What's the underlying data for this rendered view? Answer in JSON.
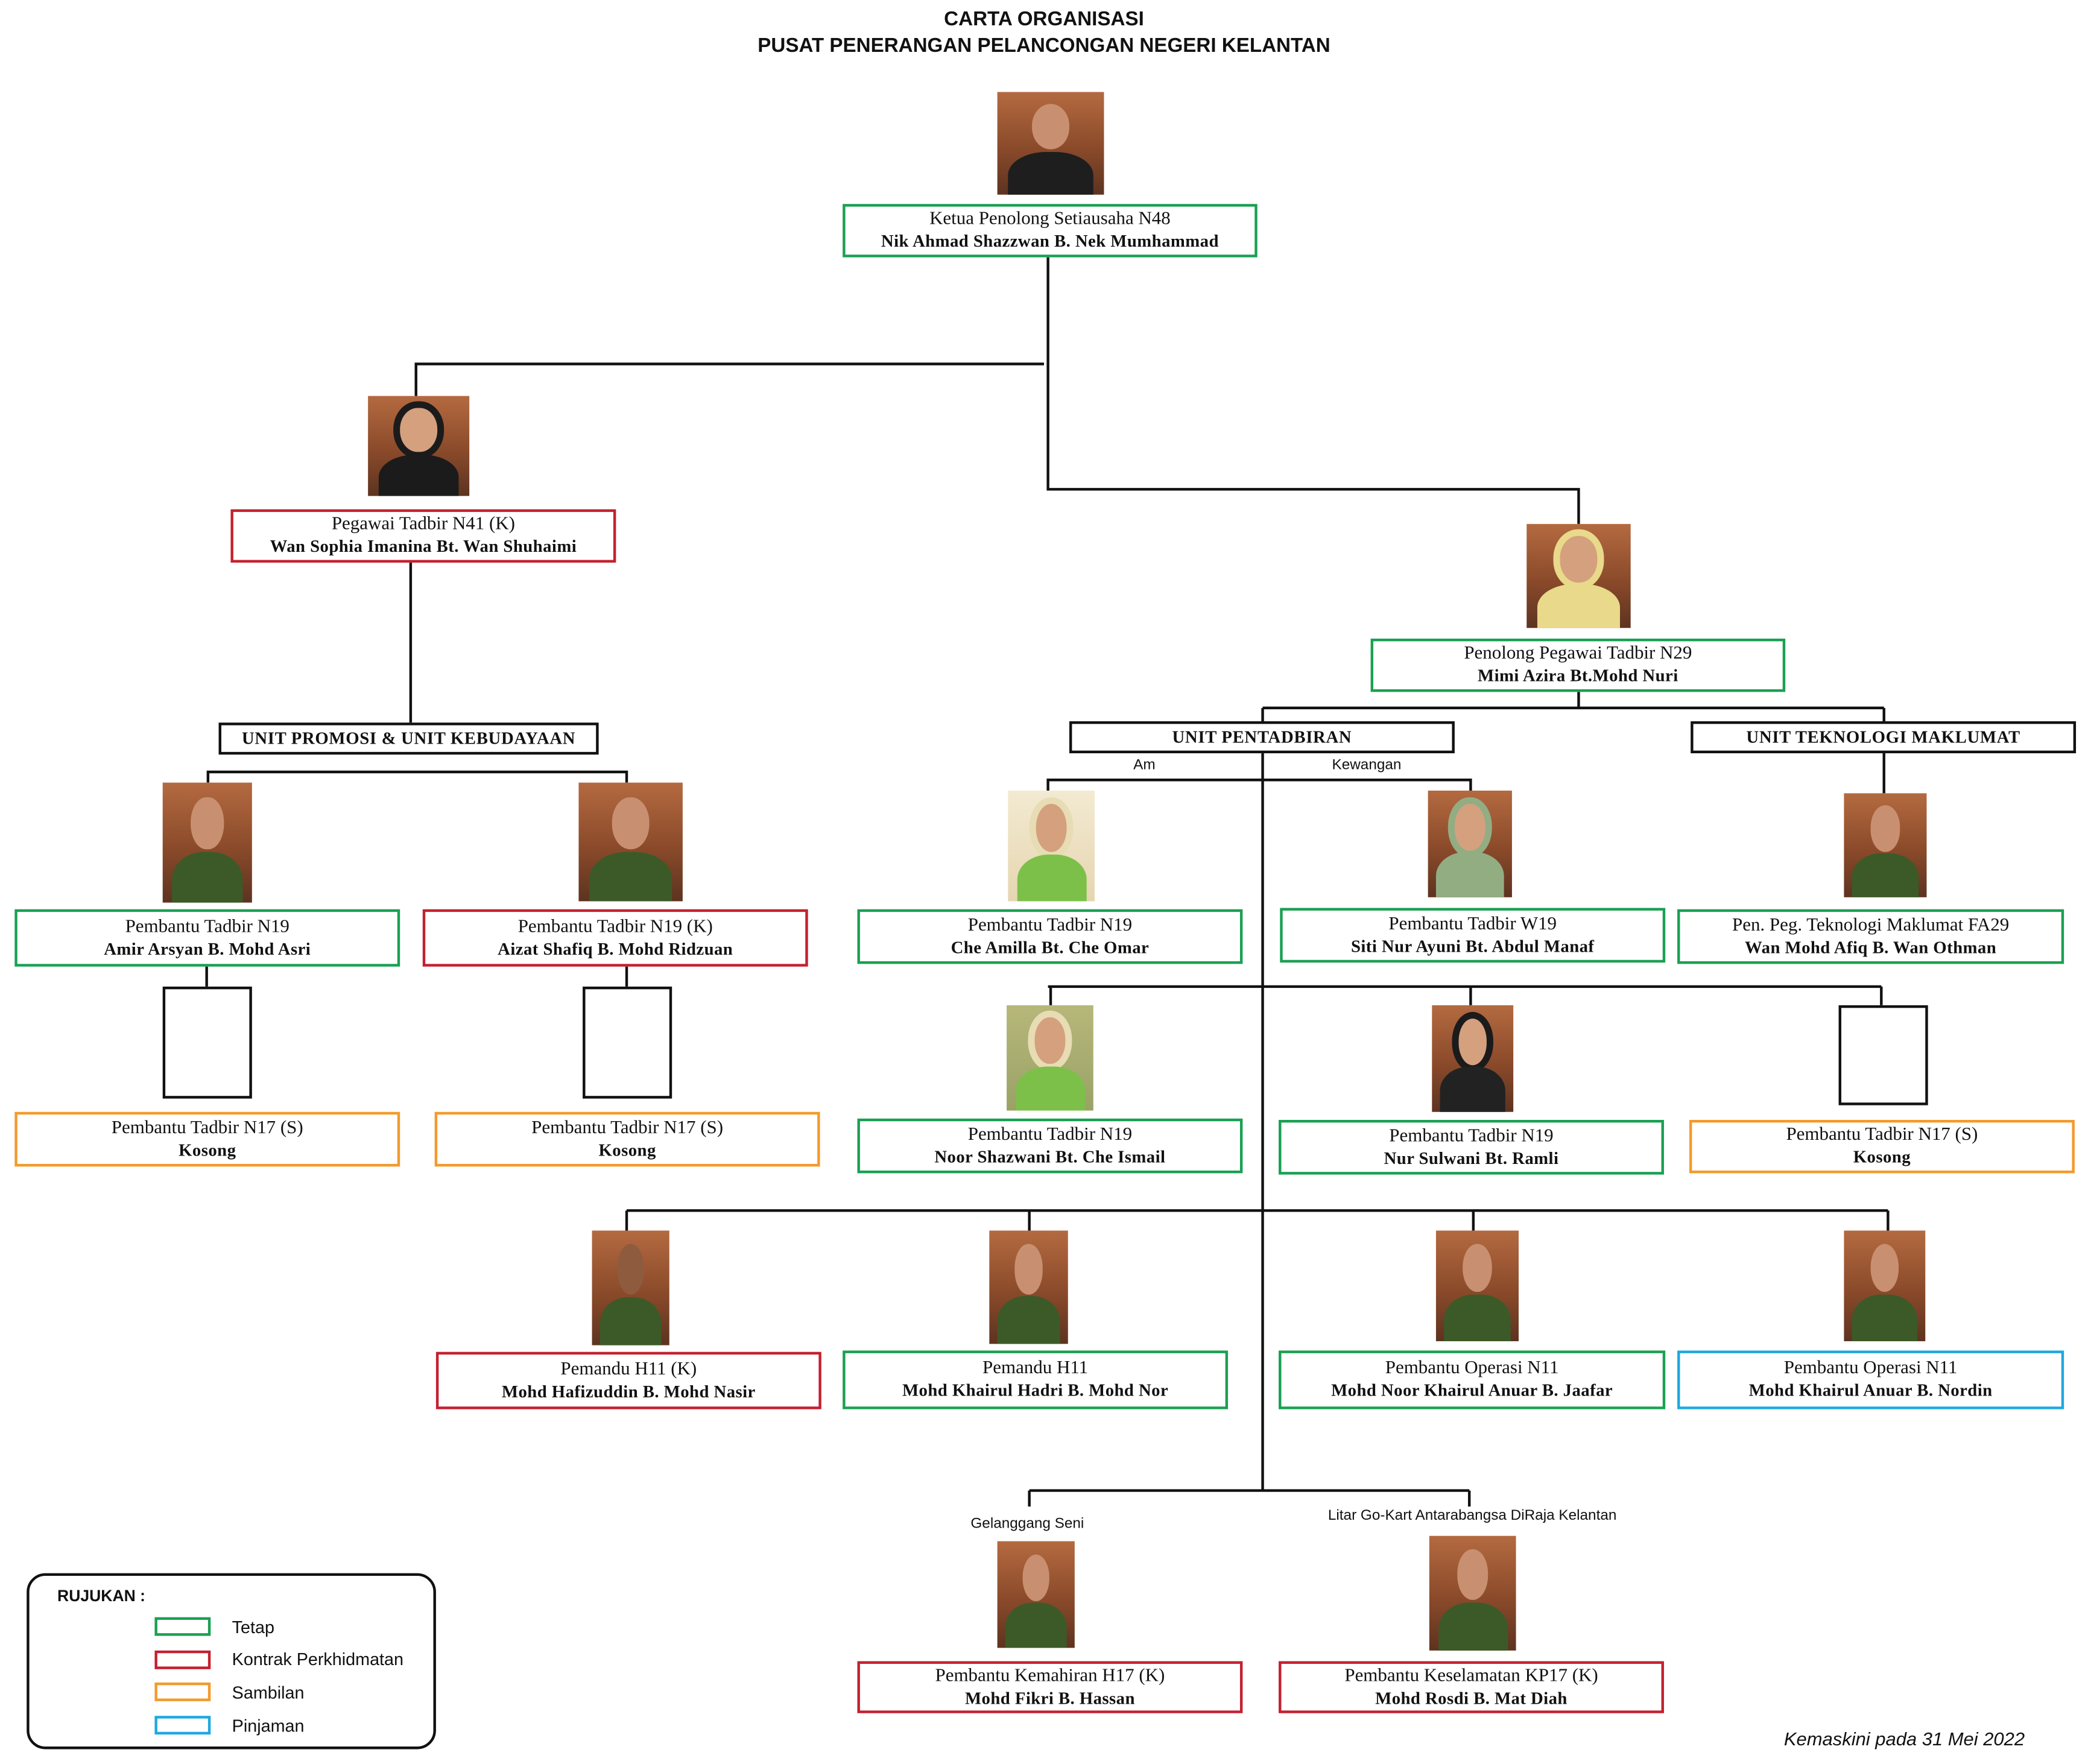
{
  "title": {
    "line1": "CARTA ORGANISASI",
    "line2": "PUSAT PENERANGAN PELANCONGAN NEGERI KELANTAN"
  },
  "units": {
    "promosi": "UNIT PROMOSI & UNIT KEBUDAYAAN",
    "pentadbiran": "UNIT PENTADBIRAN",
    "teknologi": "UNIT TEKNOLOGI MAKLUMAT"
  },
  "branch_labels": {
    "am": "Am",
    "kewangan": "Kewangan",
    "gelanggang": "Gelanggang Seni",
    "litar": "Litar Go-Kart Antarabangsa DiRaja Kelantan"
  },
  "positions": {
    "ketua": {
      "role": "Ketua Penolong Setiausaha N48",
      "name": "Nik Ahmad Shazzwan B. Nek Mumhammad"
    },
    "pegawai_tadbir": {
      "role": "Pegawai Tadbir N41 (K)",
      "name": "Wan Sophia Imanina Bt. Wan Shuhaimi"
    },
    "penolong_pegawai": {
      "role": "Penolong Pegawai Tadbir N29",
      "name": "Mimi Azira Bt.Mohd Nuri"
    },
    "amir": {
      "role": "Pembantu Tadbir N19",
      "name": "Amir Arsyan B. Mohd Asri"
    },
    "aizat": {
      "role": "Pembantu Tadbir N19 (K)",
      "name": "Aizat Shafiq B. Mohd Ridzuan"
    },
    "kosong1": {
      "role": "Pembantu Tadbir N17 (S)",
      "name": "Kosong"
    },
    "kosong2": {
      "role": "Pembantu Tadbir N17 (S)",
      "name": "Kosong"
    },
    "che_amilla": {
      "role": "Pembantu Tadbir N19",
      "name": "Che Amilla Bt. Che Omar"
    },
    "siti": {
      "role": "Pembantu Tadbir W19",
      "name": "Siti Nur Ayuni Bt. Abdul Manaf"
    },
    "wan_afiq": {
      "role": "Pen. Peg. Teknologi Maklumat FA29",
      "name": "Wan Mohd Afiq B. Wan Othman"
    },
    "noor": {
      "role": "Pembantu Tadbir N19",
      "name": "Noor Shazwani Bt. Che Ismail"
    },
    "nur_sulwani": {
      "role": "Pembantu Tadbir N19",
      "name": "Nur Sulwani Bt. Ramli"
    },
    "kosong3": {
      "role": "Pembantu Tadbir N17 (S)",
      "name": "Kosong"
    },
    "hafizuddin": {
      "role": "Pemandu H11 (K)",
      "name": "Mohd Hafizuddin B. Mohd Nasir"
    },
    "khairul_hadri": {
      "role": "Pemandu H11",
      "name": "Mohd Khairul Hadri B. Mohd Nor"
    },
    "noor_khairul": {
      "role": "Pembantu Operasi N11",
      "name": "Mohd Noor Khairul Anuar B. Jaafar"
    },
    "khairul_nordin": {
      "role": "Pembantu Operasi N11",
      "name": "Mohd Khairul Anuar B. Nordin"
    },
    "fikri": {
      "role": "Pembantu Kemahiran H17 (K)",
      "name": "Mohd Fikri B. Hassan"
    },
    "rosdi": {
      "role": "Pembantu Keselamatan KP17 (K)",
      "name": "Mohd Rosdi B. Mat Diah"
    }
  },
  "legend": {
    "title": "RUJUKAN :",
    "items": [
      {
        "label": "Tetap",
        "color": "#1aa052"
      },
      {
        "label": "Kontrak Perkhidmatan",
        "color": "#c4202f"
      },
      {
        "label": "Sambilan",
        "color": "#f39a2c"
      },
      {
        "label": "Pinjaman",
        "color": "#1fa8e0"
      }
    ]
  },
  "footer": "Kemaskini pada 31 Mei 2022"
}
